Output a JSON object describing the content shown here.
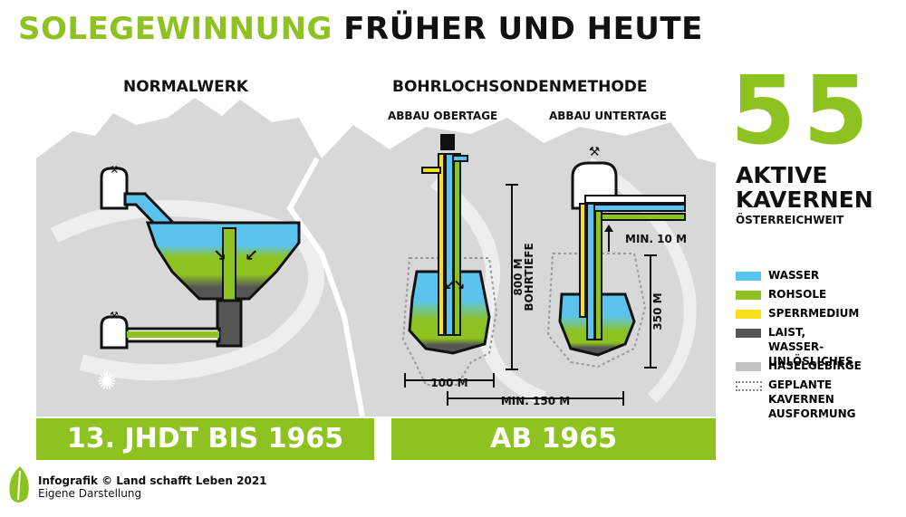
{
  "title": {
    "part1": "SOLEGEWINNUNG",
    "part2": " FRÜHER UND HEUTE"
  },
  "sections": {
    "normal": "NORMALWERK",
    "bohr": "BOHRLOCHSONDENMETHODE",
    "ober": "ABBAU OBERTAGE",
    "unter": "ABBAU UNTERTAGE"
  },
  "stat": {
    "number": "55",
    "label": "AKTIVE\nKAVERNEN",
    "sub": "ÖSTERREICHWEIT"
  },
  "bars": {
    "left": "13. JHDT BIS 1965",
    "right": "AB 1965"
  },
  "dimensions": {
    "d100": "100 M",
    "d150": "MIN. 150 M",
    "d800": "800 M",
    "bohrtiefe": "BOHRTIEFE",
    "min10": "MIN. 10 M",
    "d350": "350 M"
  },
  "legend": [
    {
      "label": "WASSER",
      "color": "#5bc4ee"
    },
    {
      "label": "ROHSOLE",
      "color": "#8dc220"
    },
    {
      "label": "SPERRMEDIUM",
      "color": "#f8e11c"
    },
    {
      "label": "LAIST, WASSER-\nUNLÖSLICHES",
      "color": "#555555"
    },
    {
      "label": "HASELGEBIRGE",
      "color": "#c2c2c2"
    },
    {
      "label": "GEPLANTE\nKAVERNEN\nAUSFORMUNG",
      "color": "dotted"
    }
  ],
  "footer": {
    "line1": "Infografik © Land schafft Leben 2021",
    "line2": "Eigene Darstellung"
  }
}
